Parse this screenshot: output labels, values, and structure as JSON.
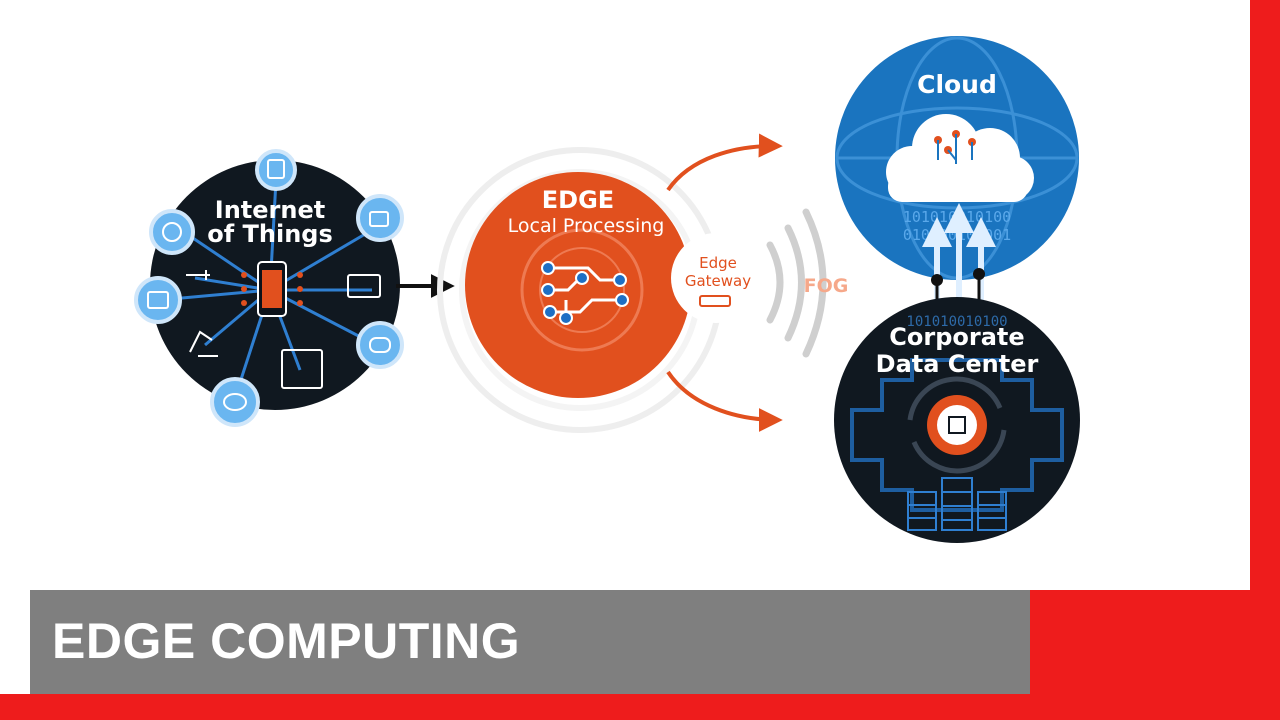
{
  "diagram": {
    "iot": {
      "line1": "Internet",
      "line2": "of Things"
    },
    "edge": {
      "title": "EDGE",
      "subtitle": "Local Processing"
    },
    "gateway": {
      "line1": "Edge",
      "line2": "Gateway"
    },
    "fog": "FOG",
    "cloud": {
      "title": "Cloud"
    },
    "datacenter": {
      "line1": "Corporate",
      "line2": "Data Center"
    },
    "binary_top": [
      "101010010100",
      "010100101001"
    ],
    "binary_bottom": [
      "101010010100"
    ]
  },
  "slide": {
    "title": "EDGE COMPUTING"
  },
  "colors": {
    "frame": "#ee1c1c",
    "title_bar": "#7f7f7f",
    "edge": "#e1501e",
    "cloud": "#1a74bf",
    "iot": "#101820",
    "accent_blue": "#6ab6f0"
  }
}
